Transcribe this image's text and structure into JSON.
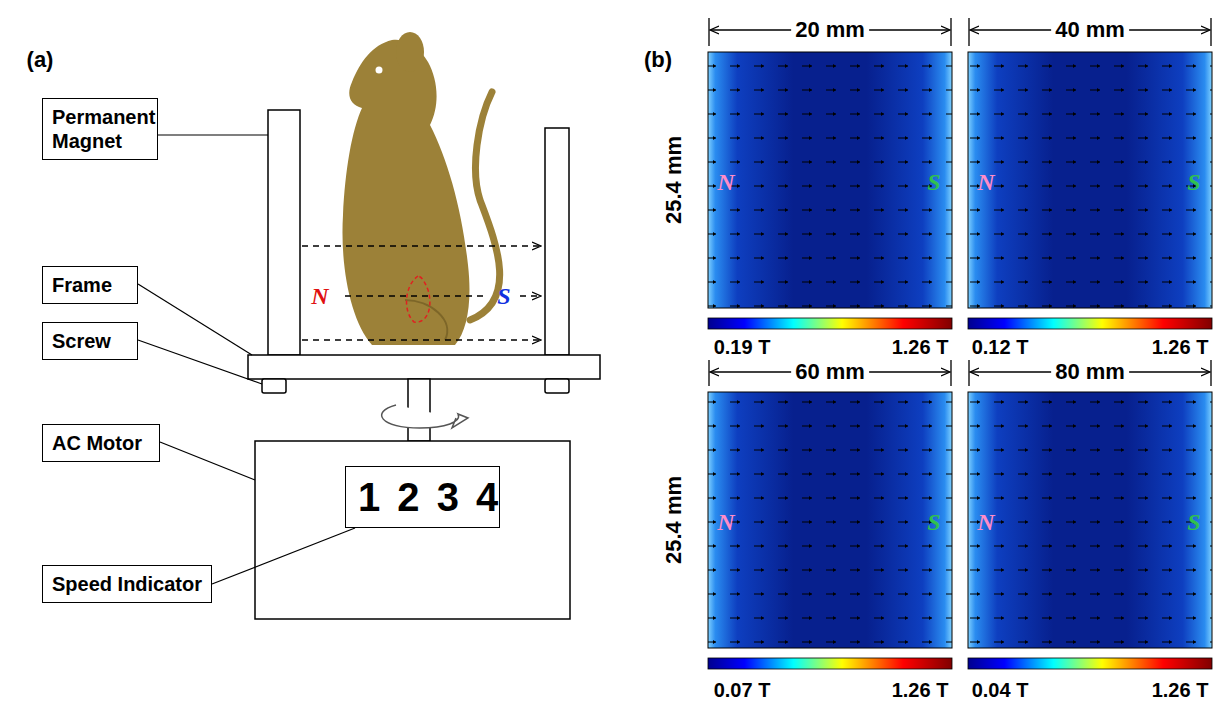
{
  "diagram": {
    "nodes": [
      {
        "text": [
          "Permanent Magnet"
        ]
      },
      {
        "text": [
          "Frame"
        ]
      },
      {
        "text": [
          "Screw"
        ]
      },
      {
        "text": [
          "AC Motor"
        ]
      },
      {
        "text": [
          "Speed Indicator"
        ]
      },
      {
        "text": [
          "1 2 3 4"
        ]
      }
    ],
    "edges": [
      {
        "from": 4,
        "to": 5,
        "arrow": "none"
      }
    ],
    "labels": [
      "(a)",
      "N",
      "S",
      "(b)",
      "20 mm",
      "40 mm",
      "25.4 mm",
      "N",
      "S",
      "N",
      "S",
      "0.19 T",
      "1.26 T",
      "0.12 T",
      "1.26 T",
      "60 mm",
      "80 mm",
      "25.4 mm",
      "N",
      "S",
      "N",
      "S",
      "0.07 T",
      "1.26 T",
      "0.04 T",
      "1.26 T"
    ]
  }
}
